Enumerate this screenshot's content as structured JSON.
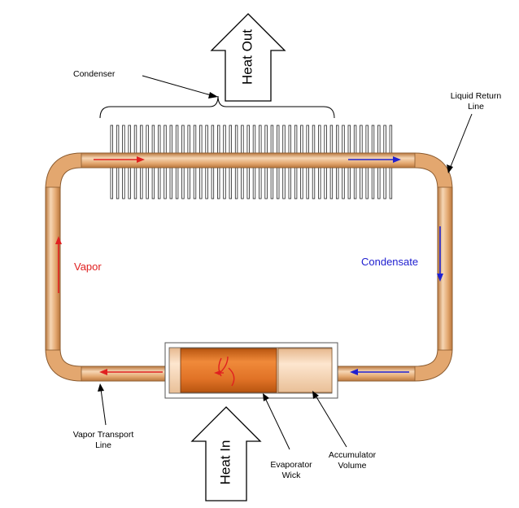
{
  "colors": {
    "pipe_base": "#e3a76f",
    "pipe_highlight": "#f6d6b4",
    "pipe_shadow": "#b9773d",
    "vapor": "#e02020",
    "condensate": "#2020d0",
    "wick": "#d6681c",
    "accumulator": "#f5d3b0"
  },
  "labels": {
    "heat_out": "Heat Out",
    "heat_in": "Heat In",
    "condenser": "Condenser",
    "liquid_return_line": [
      "Liquid Return",
      "Line"
    ],
    "vapor": "Vapor",
    "condensate": "Condensate",
    "vapor_transport_line": [
      "Vapor Transport",
      "Line"
    ],
    "evaporator_wick": [
      "Evaporator",
      "Wick"
    ],
    "accumulator_volume": [
      "Accumulator",
      "Volume"
    ]
  }
}
